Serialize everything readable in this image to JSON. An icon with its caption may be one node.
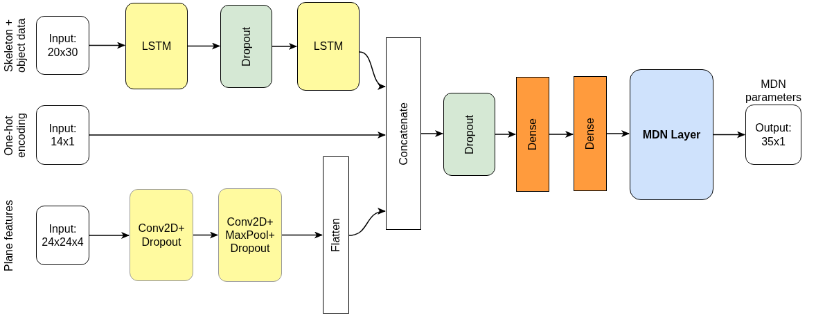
{
  "diagram": {
    "nodes": [
      {
        "text": [
          "Input: 20x30"
        ],
        "beside": [
          "Skeleton + object data"
        ]
      },
      {
        "text": [
          "LSTM"
        ]
      },
      {
        "text": [
          "Dropout"
        ]
      },
      {
        "text": [
          "LSTM"
        ]
      },
      {
        "text": [
          "Input: 14x1"
        ],
        "beside": [
          "One-hot encoding"
        ]
      },
      {
        "text": [
          "Input: 24x24x4"
        ],
        "beside": [
          "Plane features"
        ]
      },
      {
        "text": [
          "Conv2D+ Dropout"
        ]
      },
      {
        "text": [
          "Conv2D+ MaxPool+ Dropout"
        ]
      },
      {
        "text": [
          "Flatten"
        ]
      },
      {
        "text": [
          "Concatenate"
        ]
      },
      {
        "text": [
          "Dropout"
        ]
      },
      {
        "text": [
          "Dense"
        ]
      },
      {
        "text": [
          "Dense"
        ]
      },
      {
        "text": [
          "MDN Layer"
        ]
      },
      {
        "text": [
          "MDN parameters",
          "Output: 35x1"
        ]
      }
    ],
    "edges": [
      {
        "from": 0,
        "to": 1,
        "arrow": "to"
      },
      {
        "from": 1,
        "to": 2,
        "arrow": "to"
      },
      {
        "from": 2,
        "to": 3,
        "arrow": "to"
      },
      {
        "from": 3,
        "to": 9,
        "arrow": "to"
      },
      {
        "from": 4,
        "to": 9,
        "arrow": "to"
      },
      {
        "from": 5,
        "to": 6,
        "arrow": "to"
      },
      {
        "from": 6,
        "to": 7,
        "arrow": "to"
      },
      {
        "from": 7,
        "to": 8,
        "arrow": "to"
      },
      {
        "from": 8,
        "to": 9,
        "arrow": "to"
      },
      {
        "from": 9,
        "to": 10,
        "arrow": "to"
      },
      {
        "from": 10,
        "to": 11,
        "arrow": "to"
      },
      {
        "from": 11,
        "to": 12,
        "arrow": "to"
      },
      {
        "from": 12,
        "to": 13,
        "arrow": "to"
      },
      {
        "from": 13,
        "to": 14,
        "arrow": "to"
      }
    ]
  }
}
